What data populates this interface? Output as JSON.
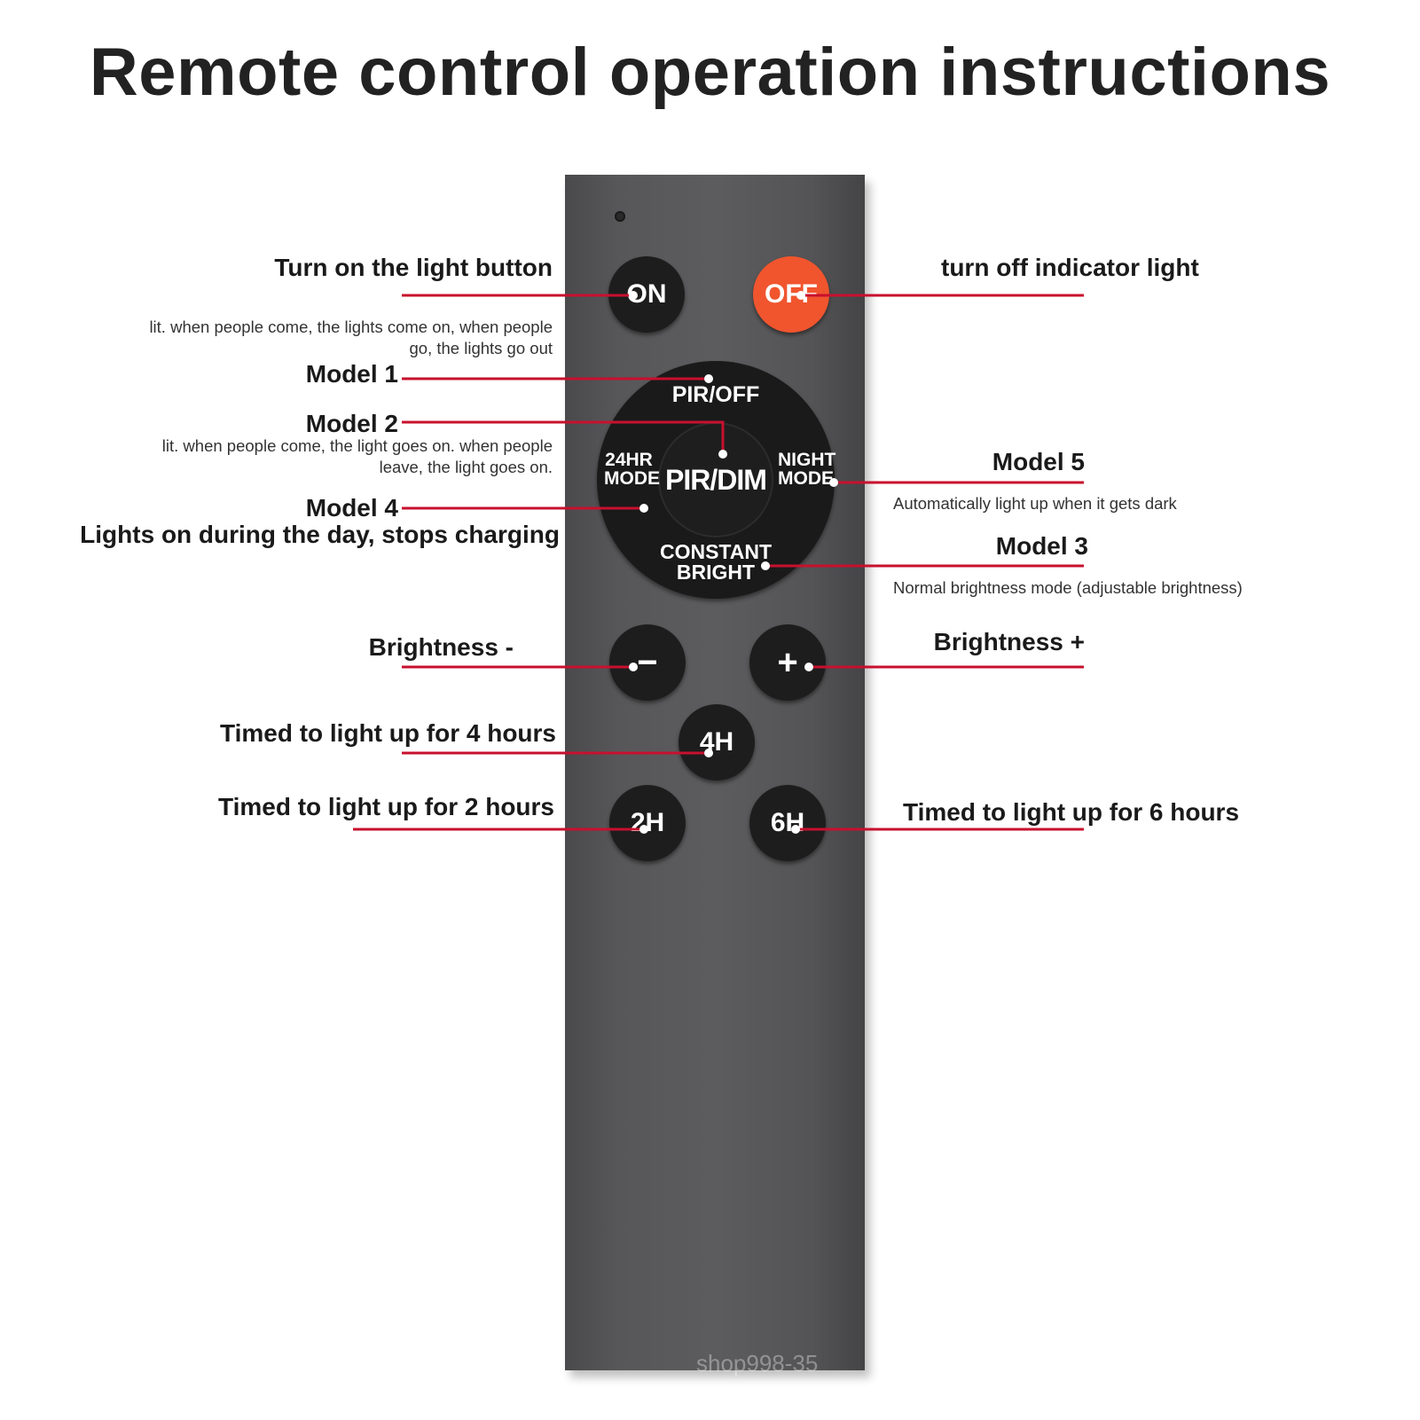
{
  "title": "Remote control operation instructions",
  "remote": {
    "buttons": {
      "on": "ON",
      "off": "OFF",
      "pir_off": "PIR/OFF",
      "pir_dim": "PIR/DIM",
      "hr24_line1": "24HR",
      "hr24_line2": "MODE",
      "night_line1": "NIGHT",
      "night_line2": "MODE",
      "constant_line1": "CONSTANT",
      "constant_line2": "BRIGHT",
      "minus": "−",
      "plus": "+",
      "h4": "4H",
      "h2": "2H",
      "h6": "6H"
    },
    "watermark": "shop998-35",
    "colors": {
      "body": "#58585a",
      "button": "#1d1d1d",
      "off_button": "#f0552e",
      "callout_line": "#c8102e"
    }
  },
  "callouts": {
    "turn_on": "Turn on the light button",
    "turn_off": "turn off indicator light",
    "model1_desc": "lit. when people come, the lights come on, when people go, the lights go out",
    "model1": "Model 1",
    "model2": "Model 2",
    "model2_desc": "lit. when people come, the light goes on. when people leave, the light goes on.",
    "model4": "Model 4",
    "model4_desc": "Lights on during the day, stops charging",
    "model5": "Model 5",
    "model5_desc": "Automatically light up when it gets dark",
    "model3": "Model 3",
    "model3_desc": "Normal brightness mode (adjustable brightness)",
    "brightness_minus": "Brightness -",
    "brightness_plus": "Brightness +",
    "timed4": "Timed to light up for 4 hours",
    "timed2": "Timed to light up for 2 hours",
    "timed6": "Timed to light up for 6 hours"
  }
}
